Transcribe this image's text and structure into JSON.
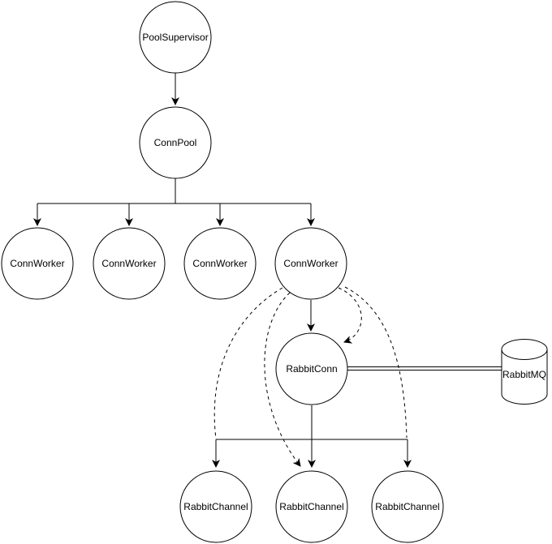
{
  "diagram": {
    "type": "supervision-tree",
    "background_color": "#ffffff",
    "stroke_color": "#000000",
    "nodes": {
      "pool_supervisor": {
        "label": "PoolSupervisor",
        "shape": "circle"
      },
      "conn_pool": {
        "label": "ConnPool",
        "shape": "circle"
      },
      "conn_worker_1": {
        "label": "ConnWorker",
        "shape": "circle"
      },
      "conn_worker_2": {
        "label": "ConnWorker",
        "shape": "circle"
      },
      "conn_worker_3": {
        "label": "ConnWorker",
        "shape": "circle"
      },
      "conn_worker_4": {
        "label": "ConnWorker",
        "shape": "circle"
      },
      "rabbit_conn": {
        "label": "RabbitConn",
        "shape": "circle"
      },
      "rabbit_mq": {
        "label": "RabbitMQ",
        "shape": "cylinder"
      },
      "rabbit_channel_1": {
        "label": "RabbitChannel",
        "shape": "circle"
      },
      "rabbit_channel_2": {
        "label": "RabbitChannel",
        "shape": "circle"
      },
      "rabbit_channel_3": {
        "label": "RabbitChannel",
        "shape": "circle"
      }
    },
    "edges": [
      {
        "from": "PoolSupervisor",
        "to": "ConnPool",
        "style": "solid-arrow"
      },
      {
        "from": "ConnPool",
        "to": "ConnWorker#1",
        "style": "solid-arrow"
      },
      {
        "from": "ConnPool",
        "to": "ConnWorker#2",
        "style": "solid-arrow"
      },
      {
        "from": "ConnPool",
        "to": "ConnWorker#3",
        "style": "solid-arrow"
      },
      {
        "from": "ConnPool",
        "to": "ConnWorker#4",
        "style": "solid-arrow"
      },
      {
        "from": "ConnWorker#4",
        "to": "RabbitConn",
        "style": "solid-arrow"
      },
      {
        "from": "RabbitConn",
        "to": "RabbitChannel#1",
        "style": "solid-arrow"
      },
      {
        "from": "RabbitConn",
        "to": "RabbitChannel#2",
        "style": "solid-arrow"
      },
      {
        "from": "RabbitConn",
        "to": "RabbitChannel#3",
        "style": "solid-arrow"
      },
      {
        "from": "ConnWorker#4",
        "to": "RabbitConn",
        "style": "dashed-arrow"
      },
      {
        "from": "ConnWorker#4",
        "to": "RabbitChannel#1",
        "style": "dashed-arrow"
      },
      {
        "from": "ConnWorker#4",
        "to": "RabbitChannel#2",
        "style": "dashed-arrow"
      },
      {
        "from": "ConnWorker#4",
        "to": "RabbitChannel#3",
        "style": "dashed-arrow"
      },
      {
        "from": "RabbitConn",
        "to": "RabbitMQ",
        "style": "double-line"
      }
    ]
  }
}
